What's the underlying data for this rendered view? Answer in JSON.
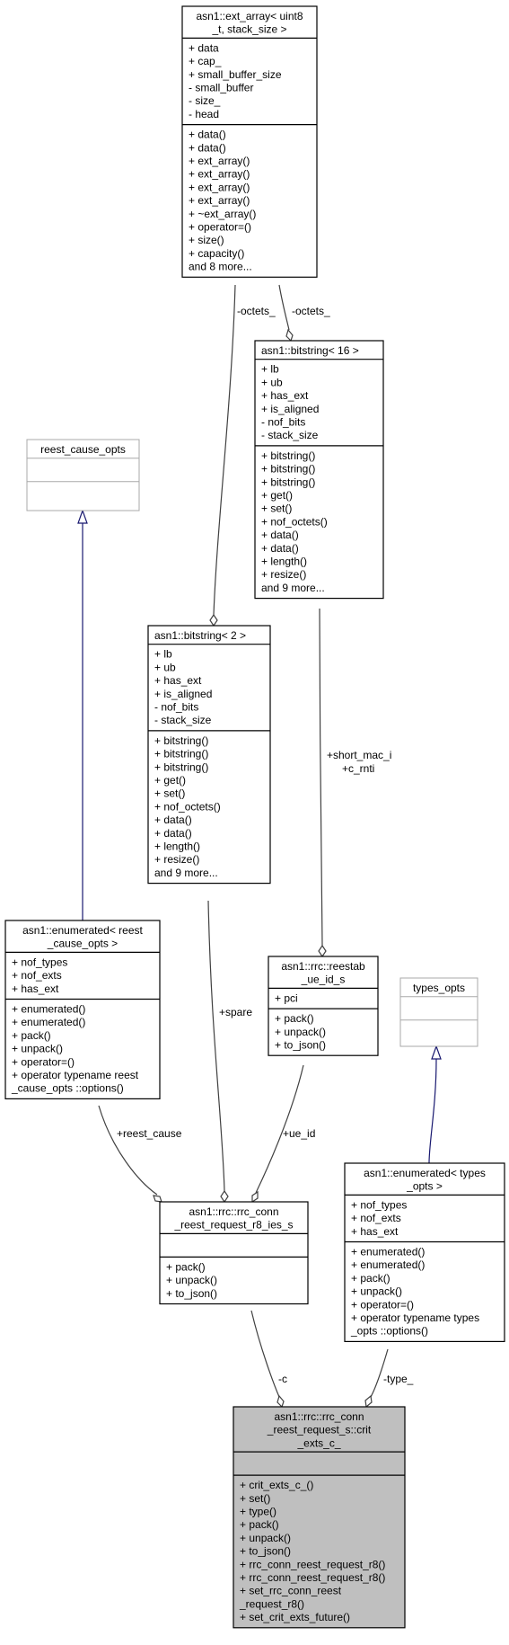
{
  "classes": {
    "ext_array": {
      "title": [
        "asn1::ext_array< uint8",
        "_t, stack_size >"
      ],
      "attributes": [
        "+ data",
        "+ cap_",
        "+ small_buffer_size",
        "- small_buffer",
        "- size_",
        "- head"
      ],
      "methods": [
        "+ data()",
        "+ data()",
        "+ ext_array()",
        "+ ext_array()",
        "+ ext_array()",
        "+ ext_array()",
        "+ ~ext_array()",
        "+ operator=()",
        "+ size()",
        "+ capacity()",
        "and 8 more..."
      ]
    },
    "bitstring16": {
      "title": [
        "asn1::bitstring< 16 >"
      ],
      "attributes": [
        "+ lb",
        "+ ub",
        "+ has_ext",
        "+ is_aligned",
        "- nof_bits",
        "- stack_size"
      ],
      "methods": [
        "+ bitstring()",
        "+ bitstring()",
        "+ bitstring()",
        "+ get()",
        "+ set()",
        "+ nof_octets()",
        "+ data()",
        "+ data()",
        "+ length()",
        "+ resize()",
        "and 9 more..."
      ]
    },
    "reest_cause_opts": {
      "title": [
        "reest_cause_opts"
      ]
    },
    "bitstring2": {
      "title": [
        "asn1::bitstring< 2 >"
      ],
      "attributes": [
        "+ lb",
        "+ ub",
        "+ has_ext",
        "+ is_aligned",
        "- nof_bits",
        "- stack_size"
      ],
      "methods": [
        "+ bitstring()",
        "+ bitstring()",
        "+ bitstring()",
        "+ get()",
        "+ set()",
        "+ nof_octets()",
        "+ data()",
        "+ data()",
        "+ length()",
        "+ resize()",
        "and 9 more..."
      ]
    },
    "enum_reest": {
      "title": [
        "asn1::enumerated< reest",
        "_cause_opts >"
      ],
      "attributes": [
        "+ nof_types",
        "+ nof_exts",
        "+ has_ext"
      ],
      "methods": [
        "+ enumerated()",
        "+ enumerated()",
        "+ pack()",
        "+ unpack()",
        "+ operator=()",
        "+ operator typename reest",
        "_cause_opts ::options()"
      ]
    },
    "reestab_ue_id": {
      "title": [
        "asn1::rrc::reestab",
        "_ue_id_s"
      ],
      "attributes": [
        "+ pci"
      ],
      "methods": [
        "+ pack()",
        "+ unpack()",
        "+ to_json()"
      ]
    },
    "types_opts": {
      "title": [
        "types_opts"
      ]
    },
    "r8_ies": {
      "title": [
        "asn1::rrc::rrc_conn",
        "_reest_request_r8_ies_s"
      ],
      "attributes": [],
      "methods": [
        "+ pack()",
        "+ unpack()",
        "+ to_json()"
      ]
    },
    "enum_types": {
      "title": [
        "asn1::enumerated< types",
        "_opts >"
      ],
      "attributes": [
        "+ nof_types",
        "+ nof_exts",
        "+ has_ext"
      ],
      "methods": [
        "+ enumerated()",
        "+ enumerated()",
        "+ pack()",
        "+ unpack()",
        "+ operator=()",
        "+ operator typename types",
        "_opts ::options()"
      ]
    },
    "crit_exts": {
      "title": [
        "asn1::rrc::rrc_conn",
        "_reest_request_s::crit",
        "_exts_c_"
      ],
      "attributes": [],
      "methods": [
        "+ crit_exts_c_()",
        "+ set()",
        "+ type()",
        "+ pack()",
        "+ unpack()",
        "+ to_json()",
        "+ rrc_conn_reest_request_r8()",
        "+ rrc_conn_reest_request_r8()",
        "+ set_rrc_conn_reest",
        "_request_r8()",
        "+ set_crit_exts_future()"
      ]
    }
  },
  "edge_labels": {
    "octets_left": "-octets_",
    "octets_right": "-octets_",
    "short_mac_i": "+short_mac_i",
    "c_rnti": "+c_rnti",
    "spare": "+spare",
    "reest_cause": "+reest_cause",
    "ue_id": "+ue_id",
    "c": "-c",
    "type": "-type_"
  },
  "colors": {
    "focus_fill": "#bfbfbf",
    "inheritance": "#191970",
    "association": "#404040",
    "template_border": "#a8a8a8"
  }
}
